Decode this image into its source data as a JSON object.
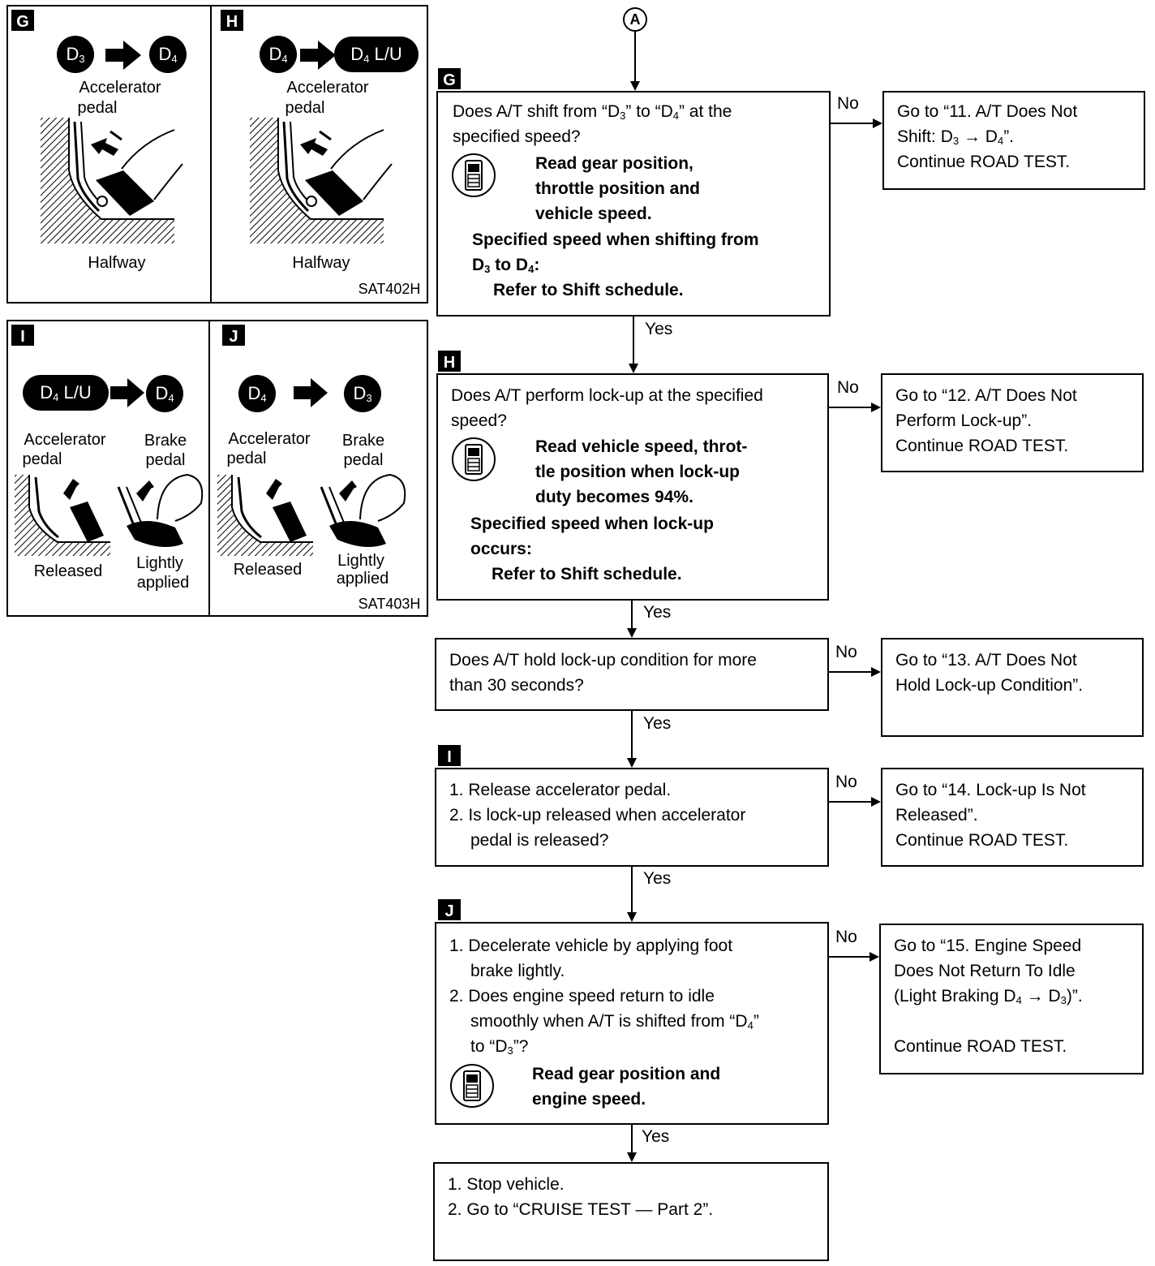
{
  "connector": "A",
  "panels": {
    "G": {
      "tag": "G",
      "from": "D3",
      "to": "D4",
      "accel": [
        "Accelerator",
        "pedal"
      ],
      "state": "Halfway"
    },
    "H": {
      "tag": "H",
      "from": "D4",
      "to": "D4 L/U",
      "accel": [
        "Accelerator",
        "pedal"
      ],
      "state": "Halfway",
      "code": "SAT402H"
    },
    "I": {
      "tag": "I",
      "from": "D4 L/U",
      "to": "D4",
      "accel": [
        "Accelerator",
        "pedal"
      ],
      "brake": [
        "Brake",
        "pedal"
      ],
      "accel_state": "Released",
      "brake_state": [
        "Lightly",
        "applied"
      ]
    },
    "J": {
      "tag": "J",
      "from": "D4",
      "to": "D3",
      "accel": [
        "Accelerator",
        "pedal"
      ],
      "brake": [
        "Brake",
        "pedal"
      ],
      "accel_state": "Released",
      "brake_state": [
        "Lightly",
        "applied"
      ],
      "code": "SAT403H"
    }
  },
  "edge_labels": {
    "yes": "Yes",
    "no": "No"
  },
  "flow": {
    "g": {
      "tag": "G",
      "question": [
        "Does A/T shift from “D3” to “D4” at the",
        "specified speed?"
      ],
      "read": [
        "Read gear position,",
        "throttle position and",
        "vehicle speed."
      ],
      "spec": [
        "Specified speed when shifting from",
        "D3 to D4:",
        "Refer to Shift schedule."
      ],
      "no": [
        "Go to “11. A/T Does Not",
        "Shift: D3 → D4”.",
        "Continue ROAD TEST."
      ]
    },
    "h": {
      "tag": "H",
      "question": [
        "Does A/T perform lock-up at the specified",
        "speed?"
      ],
      "read": [
        "Read vehicle speed, throt-",
        "tle position when lock-up",
        "duty becomes 94%."
      ],
      "spec": [
        "Specified speed when lock-up",
        "occurs:",
        "Refer to Shift schedule."
      ],
      "no": [
        "Go to “12. A/T Does Not",
        "Perform Lock-up”.",
        "Continue ROAD TEST."
      ]
    },
    "hold": {
      "question": [
        "Does A/T hold lock-up condition for more",
        "than 30 seconds?"
      ],
      "no": [
        "Go to “13. A/T Does Not",
        "Hold Lock-up Condition”."
      ]
    },
    "i": {
      "tag": "I",
      "steps": [
        "1. Release accelerator pedal.",
        "2. Is lock-up released when accelerator",
        "pedal is released?"
      ],
      "no": [
        "Go to “14. Lock-up Is Not",
        "Released”.",
        "Continue ROAD TEST."
      ]
    },
    "j": {
      "tag": "J",
      "steps": [
        "1. Decelerate vehicle by applying foot",
        "brake lightly.",
        "2. Does engine speed return to idle",
        "smoothly when A/T is shifted from “D4”",
        "to “D3”?"
      ],
      "read": [
        "Read gear position and",
        "engine speed."
      ],
      "no": [
        "Go to “15. Engine Speed",
        "Does Not Return To Idle",
        "(Light Braking D4 → D3)”.",
        "Continue ROAD TEST."
      ]
    },
    "end": {
      "steps": [
        "1. Stop vehicle.",
        "2. Go to “CRUISE TEST — Part 2”."
      ]
    }
  }
}
